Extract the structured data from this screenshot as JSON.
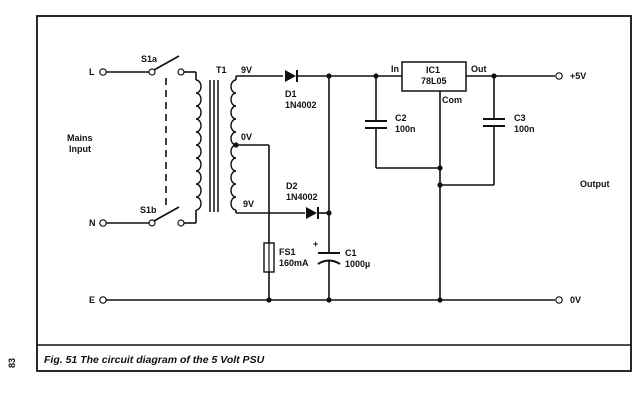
{
  "figure": {
    "caption": "Fig. 51  The circuit diagram of the 5 Volt PSU",
    "page_number": "83"
  },
  "labels": {
    "L": "L",
    "N": "N",
    "E": "E",
    "mains_input_1": "Mains",
    "mains_input_2": "Input",
    "s1a": "S1a",
    "s1b": "S1b",
    "t1": "T1",
    "v9_top": "9V",
    "v0": "0V",
    "v9_bottom": "9V",
    "d1": "D1",
    "d1_part": "1N4002",
    "d2": "D2",
    "d2_part": "1N4002",
    "fs1": "FS1",
    "fs1_value": "160mA",
    "c1": "C1",
    "c1_value": "1000µ",
    "c1_plus": "+",
    "c2": "C2",
    "c2_value": "100n",
    "c3": "C3",
    "c3_value": "100n",
    "ic1": "IC1",
    "ic1_part": "78L05",
    "ic_in": "In",
    "ic_out": "Out",
    "ic_com": "Com",
    "plus5v": "+5V",
    "zero_v": "0V",
    "output": "Output"
  }
}
